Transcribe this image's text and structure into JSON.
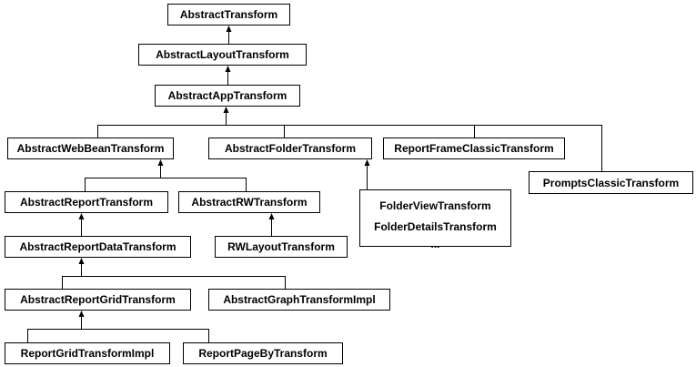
{
  "diagram": {
    "nodes": [
      {
        "id": "abstract-transform",
        "label": "AbstractTransform"
      },
      {
        "id": "abstract-layout-transform",
        "label": "AbstractLayoutTransform"
      },
      {
        "id": "abstract-app-transform",
        "label": "AbstractAppTransform"
      },
      {
        "id": "abstract-webbean-transform",
        "label": "AbstractWebBeanTransform"
      },
      {
        "id": "abstract-folder-transform",
        "label": "AbstractFolderTransform"
      },
      {
        "id": "report-frame-classic-transform",
        "label": "ReportFrameClassicTransform"
      },
      {
        "id": "prompts-classic-transform",
        "label": "PromptsClassicTransform"
      },
      {
        "id": "abstract-report-transform",
        "label": "AbstractReportTransform"
      },
      {
        "id": "abstract-rw-transform",
        "label": "AbstractRWTransform"
      },
      {
        "id": "folder-group",
        "lines": [
          "FolderViewTransform",
          "FolderDetailsTransform",
          "..."
        ]
      },
      {
        "id": "abstract-report-data-transform",
        "label": "AbstractReportDataTransform"
      },
      {
        "id": "rw-layout-transform",
        "label": "RWLayoutTransform"
      },
      {
        "id": "abstract-report-grid-transform",
        "label": "AbstractReportGridTransform"
      },
      {
        "id": "abstract-graph-transform-impl",
        "label": "AbstractGraphTransformImpl"
      },
      {
        "id": "report-grid-transform-impl",
        "label": "ReportGridTransformImpl"
      },
      {
        "id": "report-page-by-transform",
        "label": "ReportPageByTransform"
      }
    ],
    "edges": [
      {
        "from": "abstract-layout-transform",
        "to": "abstract-transform"
      },
      {
        "from": "abstract-app-transform",
        "to": "abstract-layout-transform"
      },
      {
        "from": "abstract-webbean-transform",
        "to": "abstract-app-transform"
      },
      {
        "from": "abstract-folder-transform",
        "to": "abstract-app-transform"
      },
      {
        "from": "report-frame-classic-transform",
        "to": "abstract-app-transform"
      },
      {
        "from": "prompts-classic-transform",
        "to": "abstract-app-transform"
      },
      {
        "from": "abstract-report-transform",
        "to": "abstract-webbean-transform"
      },
      {
        "from": "abstract-rw-transform",
        "to": "abstract-webbean-transform"
      },
      {
        "from": "folder-group",
        "to": "abstract-folder-transform"
      },
      {
        "from": "abstract-report-data-transform",
        "to": "abstract-report-transform"
      },
      {
        "from": "rw-layout-transform",
        "to": "abstract-rw-transform"
      },
      {
        "from": "abstract-report-grid-transform",
        "to": "abstract-report-data-transform"
      },
      {
        "from": "abstract-graph-transform-impl",
        "to": "abstract-report-data-transform"
      },
      {
        "from": "report-grid-transform-impl",
        "to": "abstract-report-grid-transform"
      },
      {
        "from": "report-page-by-transform",
        "to": "abstract-report-grid-transform"
      }
    ]
  },
  "colors": {
    "line": "#000000",
    "box_border": "#000000",
    "background": "#ffffff"
  }
}
